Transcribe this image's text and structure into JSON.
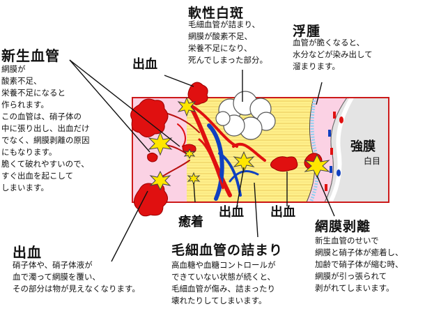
{
  "neovascular": {
    "title": "新生血管",
    "desc": "網膜が\n酸素不足、\n栄養不足になると\n作られます。\nこの血管は、硝子体の\n中に張り出し、出血だけ\nでなく、網膜剥離の原因\nにもなります。\n脆くて破れやすいので、\nすぐ出血を起こして\nしまいます。"
  },
  "soft_exudate": {
    "title": "軟性白斑",
    "desc": "毛細血管が詰まり、\n網膜が酸素不足、\n栄養不足になり、\n死んでしまった部分。"
  },
  "edema": {
    "title": "浮腫",
    "desc": "血管が脆くなると、\n水分などが染み出して\n溜まります。"
  },
  "hemorrhage_top": "出血",
  "sclera": {
    "title": "強膜",
    "sub": "白目"
  },
  "adhesion": "癒着",
  "hemorrhage_mid1": "出血",
  "hemorrhage_mid2": "出血",
  "detachment": {
    "title": "網膜剥離",
    "desc": "新生血管のせいで\n網膜と硝子体が癒着し、\n加齢で硝子体が縮む時、\n網膜が引っ張られて\n剥がれてしまいます。"
  },
  "hemorrhage_bottom": {
    "title": "出血",
    "desc": "硝子体や、硝子体液が\n血で濁って網膜を覆い、\nその部分は物が見えなくなります。"
  },
  "occlusion": {
    "title": "毛細血管の詰まり",
    "desc": "高血糖や血糖コントロールが\nできていない状態が続くと、\n毛細血管が傷み、詰まったり\n壊れたりしてしまいます。"
  },
  "colors": {
    "blood": "#e01010",
    "vein": "#1040c0",
    "retina": "#fff08a",
    "vitreous": "#fbd2e4",
    "frame": "#cc1a1a",
    "star": "#ffe600"
  }
}
